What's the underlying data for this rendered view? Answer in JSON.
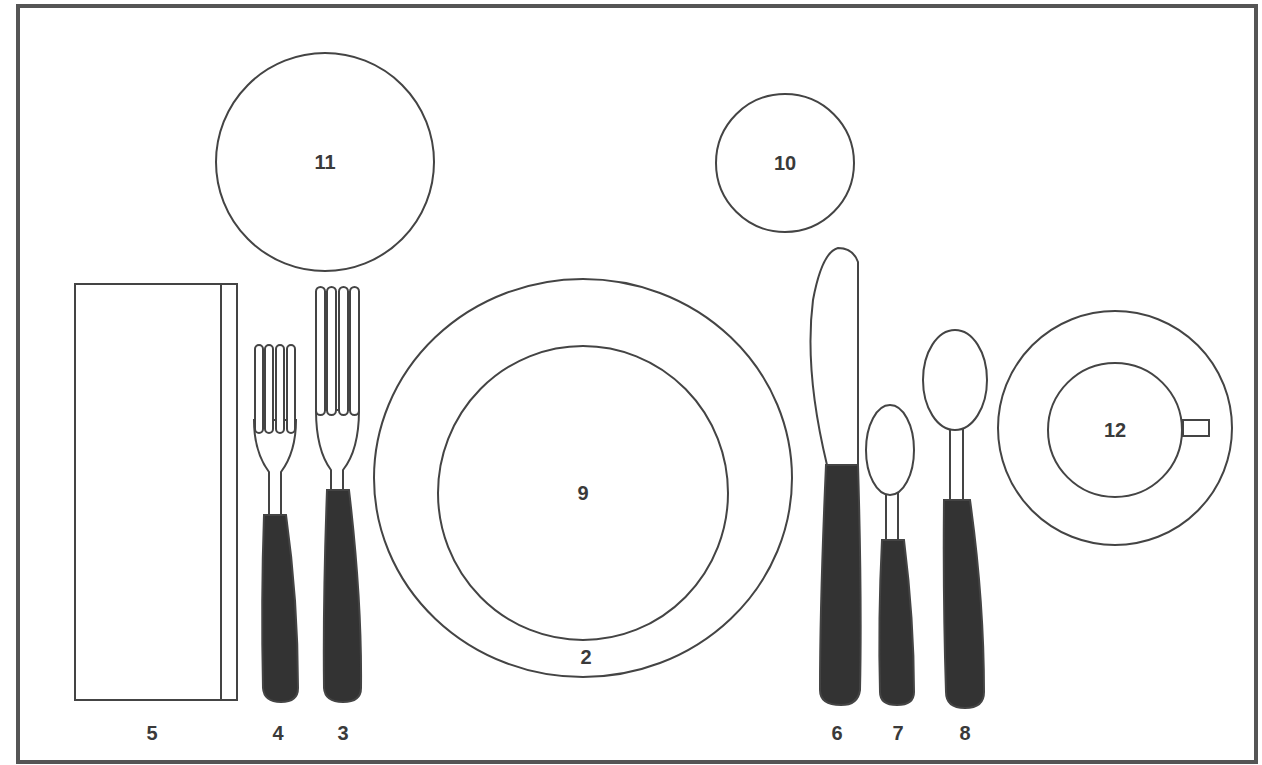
{
  "diagram": {
    "nodes": [
      {
        "text": [
          "11"
        ]
      },
      {
        "text": [
          "10"
        ]
      },
      {
        "text": [
          "2"
        ]
      },
      {
        "text": [
          "9"
        ],
        "in": 2
      },
      {
        "text": [
          "12"
        ]
      }
    ],
    "labels": [
      "5",
      "4",
      "3",
      "6",
      "7",
      "8"
    ]
  }
}
